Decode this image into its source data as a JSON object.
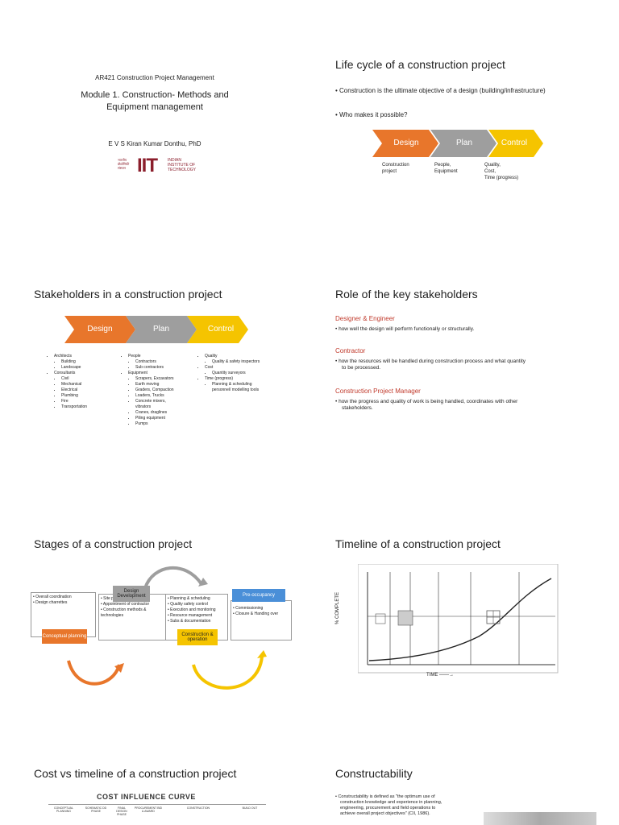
{
  "s1": {
    "course": "AR421 Construction Project Management",
    "module_line1": "Module 1. Construction- Methods and",
    "module_line2": "Equipment management",
    "author": "E V S Kiran Kumar Donthu, PhD",
    "logo_text": "IIT",
    "logo_line1": "INDIAN",
    "logo_line2": "INSTITUTE OF",
    "logo_line3": "TECHNOLOGY"
  },
  "s2": {
    "title": "Life cycle of a construction project",
    "bullet1": "• Construction is the ultimate objective of a design (building/infrastructure)",
    "bullet2": "• Who makes it possible?",
    "chev": [
      "Design",
      "Plan",
      "Control"
    ],
    "sub1a": "Construction",
    "sub1b": "project",
    "sub2a": "People,",
    "sub2b": "Equipment",
    "sub3a": "Quality,",
    "sub3b": "Cost,",
    "sub3c": "Time (progress)"
  },
  "s3": {
    "title": "Stakeholders in a construction project",
    "chev": [
      "Design",
      "Plan",
      "Control"
    ],
    "col1": {
      "i1": "Architects",
      "i1a": "Building",
      "i1b": "Landscape",
      "i2": "Consultants",
      "i2a": "Civil",
      "i2b": "Mechanical",
      "i2c": "Electrical",
      "i2d": "Plumbing",
      "i2e": "Fire",
      "i2f": "Transportation"
    },
    "col2": {
      "i1": "People",
      "i1a": "Contractors",
      "i1b": "Sub contractors",
      "i2": "Equipment",
      "i2a": "Scrapers, Excavators",
      "i2b": "Earth moving",
      "i2c": "Graders, Compaction",
      "i2d": "Loaders, Trucks",
      "i2e": "Concrete mixers,",
      "i2e2": "vibrators",
      "i2f": "Cranes, draglines",
      "i2g": "Piling equipment",
      "i2h": "Pumps"
    },
    "col3": {
      "i1": "Quality",
      "i1a": "Quality & safety inspectors",
      "i2": "Cost",
      "i2a": "Quantity surveyors",
      "i3": "Time (progress)",
      "i3a": "Planning & scheduling",
      "i3b": "personnel/ modelling tools"
    }
  },
  "s4": {
    "title": "Role of the key stakeholders",
    "h1": "Designer & Engineer",
    "t1": "•  how well the design will perform functionally or structurally.",
    "h2": "Contractor",
    "t2a": "•  how the resources will be handled during construction process and what quantity",
    "t2b": "to be processed.",
    "h3": "Construction Project Manager",
    "t3a": "•  how the progress and quality of work is being handled, coordinates with other",
    "t3b": "stakeholders."
  },
  "s5": {
    "title": "Stages of a construction project",
    "box1": [
      "• Overall coordination",
      "• Design charrettes"
    ],
    "lbl1": "Conceptual planning",
    "lbl2": "Design Development",
    "box2": [
      "• Site preparation",
      "• Appointment of contractor",
      "• Construction methods &",
      "  technologies"
    ],
    "box3": [
      "• Planning & scheduling",
      "• Quality safety control",
      "• Execution and monitoring",
      "• Resource management",
      "• Subs & documentation"
    ],
    "lbl3": "Construction & operation",
    "lbl4": "Pre-occupancy",
    "box4": [
      "• Commissioning",
      "• Closure & Handing over"
    ]
  },
  "s6": {
    "title": "Timeline of a construction project",
    "ylabel": "% COMPLETE",
    "xlabel": "TIME ——→"
  },
  "s7": {
    "title": "Cost vs timeline of a construction project",
    "chart_title": "COST INFLUENCE CURVE",
    "phases": [
      "CONCEPTUAL PLANNING",
      "SCHEMATIC DD PHASE",
      "FINAL DESIGN PHASE",
      "PROCUREMENT BID & AWARD",
      "CONSTRUCTION",
      "BUILD OUT"
    ]
  },
  "s8": {
    "title": "Constructability",
    "b1": "• Constructability is defined as \"the optimum use of",
    "b2": "construction knowledge and experience in planning,",
    "b3": "engineering, procurement and field operations to",
    "b4": "achieve overall project objectives\" (CII, 1986)."
  },
  "colors": {
    "design": "#e8762b",
    "plan": "#9e9e9e",
    "control": "#f5c400",
    "preoccupancy": "#4a8fd8",
    "accent_red": "#c0392b"
  }
}
